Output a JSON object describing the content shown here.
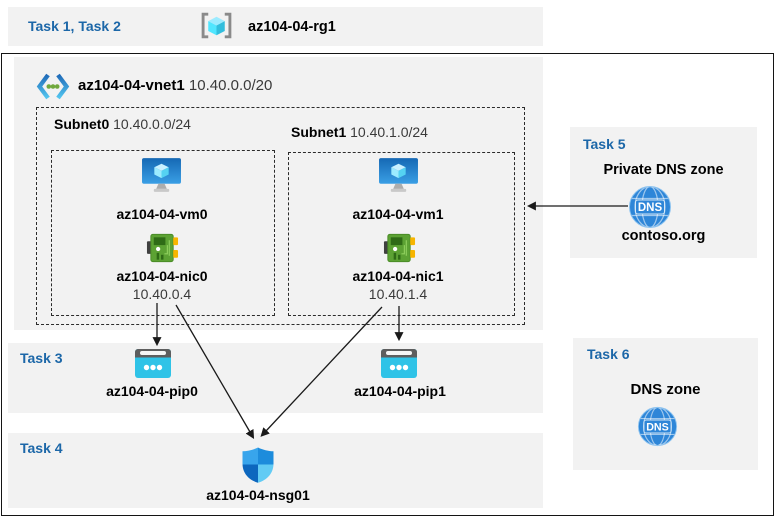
{
  "header": {
    "tasks_label": "Task 1, Task 2",
    "resource_group": "az104-04-rg1"
  },
  "vnet": {
    "name": "az104-04-vnet1",
    "cidr": "10.40.0.0/20"
  },
  "subnets": [
    {
      "name": "Subnet0",
      "cidr": "10.40.0.0/24",
      "vm": "az104-04-vm0",
      "nic": "az104-04-nic0",
      "ip": "10.40.0.4"
    },
    {
      "name": "Subnet1",
      "cidr": "10.40.1.0/24",
      "vm": "az104-04-vm1",
      "nic": "az104-04-nic1",
      "ip": "10.40.1.4"
    }
  ],
  "task3": {
    "label": "Task 3",
    "pips": [
      "az104-04-pip0",
      "az104-04-pip1"
    ]
  },
  "task4": {
    "label": "Task 4",
    "nsg": "az104-04-nsg01"
  },
  "task5": {
    "label": "Task 5",
    "title": "Private DNS zone",
    "zone": "contoso.org"
  },
  "task6": {
    "label": "Task 6",
    "title": "DNS zone"
  },
  "icons": [
    "resource-group-icon",
    "virtual-network-icon",
    "vm-icon",
    "nic-icon",
    "public-ip-icon",
    "nsg-shield-icon",
    "dns-globe-icon"
  ],
  "colors": {
    "task_label_blue": "#1C67A8",
    "band_gray": "#F2F2F2",
    "border_black": "#141414",
    "vm_blue": "#1466B8",
    "nic_green": "#5CA233",
    "public_ip_cyan": "#2FC3E7",
    "dns_blue": "#2E86D8",
    "shield_blues": [
      "#38A5EC",
      "#1D8CDC",
      "#0D67BE",
      "#62CBF4"
    ]
  }
}
